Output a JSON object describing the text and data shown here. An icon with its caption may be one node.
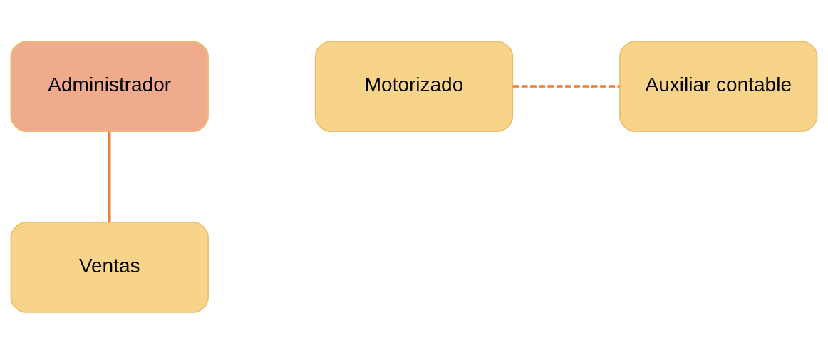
{
  "diagram": {
    "nodes": [
      {
        "text": [
          "Administrador"
        ]
      },
      {
        "text": [
          "Motorizado"
        ]
      },
      {
        "text": [
          "Auxiliar contable"
        ]
      },
      {
        "text": [
          "Ventas"
        ]
      }
    ],
    "edges": [
      {
        "from": 0,
        "to": 3,
        "arrow": "none"
      },
      {
        "from": 1,
        "to": 2,
        "arrow": "none",
        "style": "dashed"
      }
    ]
  }
}
